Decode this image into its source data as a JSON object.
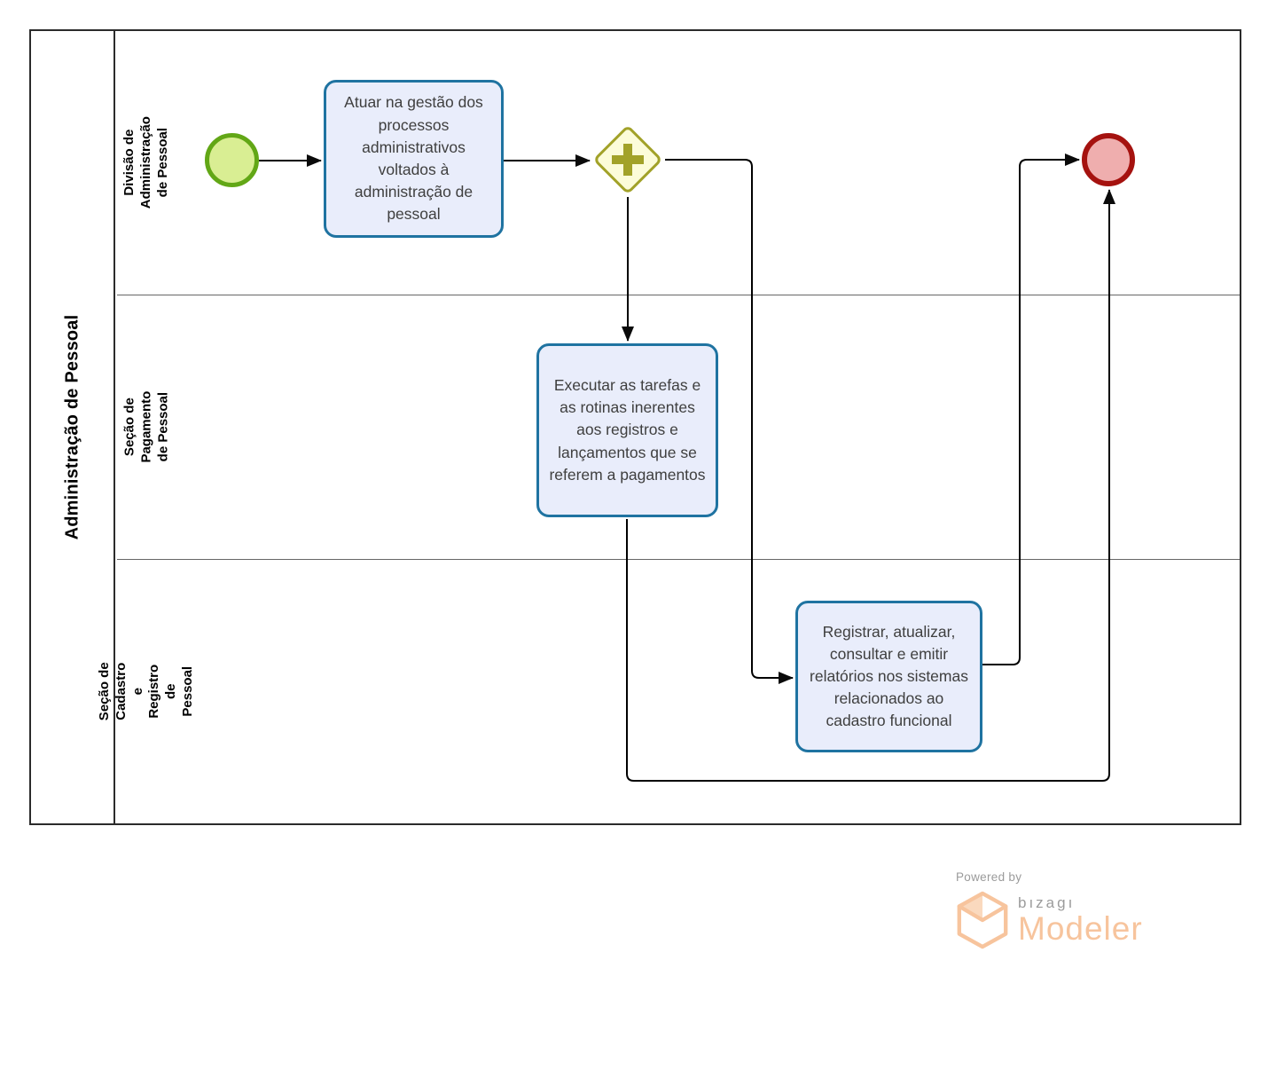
{
  "colors": {
    "task_fill": "#E9EDFB",
    "task_border": "#1F73A1",
    "start_fill": "#D9EE93",
    "start_border": "#62A716",
    "gateway_fill": "#FCFCD9",
    "gateway_border": "#A2A229",
    "end_fill": "#EFAEAE",
    "end_border": "#A5120F",
    "flow_line": "#000000",
    "pool_border": "#2B2B2B",
    "lane_divider": "#666666",
    "label_text": "#000000",
    "task_text": "#3F3F3F",
    "logo_orange": "#F7C49D",
    "logo_gray": "#9B9B9B"
  },
  "pool": {
    "title": "Administração de Pessoal"
  },
  "lanes": [
    {
      "label": "Divisão de Administração de Pessoal"
    },
    {
      "label": "Seção de Pagamento de Pessoal"
    },
    {
      "label": "Seção de Cadastro e Registro de Pessoal"
    }
  ],
  "nodes": {
    "start_event": {
      "type": "start-event"
    },
    "task_1": {
      "label": "Atuar na gestão dos processos administrativos voltados à administração de pessoal"
    },
    "parallel_gateway": {
      "type": "parallel-gateway",
      "symbol": "+"
    },
    "task_2": {
      "label": "Executar as tarefas e as rotinas inerentes aos registros e lançamentos  que se referem a pagamentos"
    },
    "task_3": {
      "label": "Registrar, atualizar, consultar e emitir relatórios nos sistemas relacionados ao cadastro funcional"
    },
    "end_event": {
      "type": "end-event"
    }
  },
  "footer": {
    "powered_by": "Powered by",
    "brand": "bızagı",
    "product": "Modeler"
  }
}
